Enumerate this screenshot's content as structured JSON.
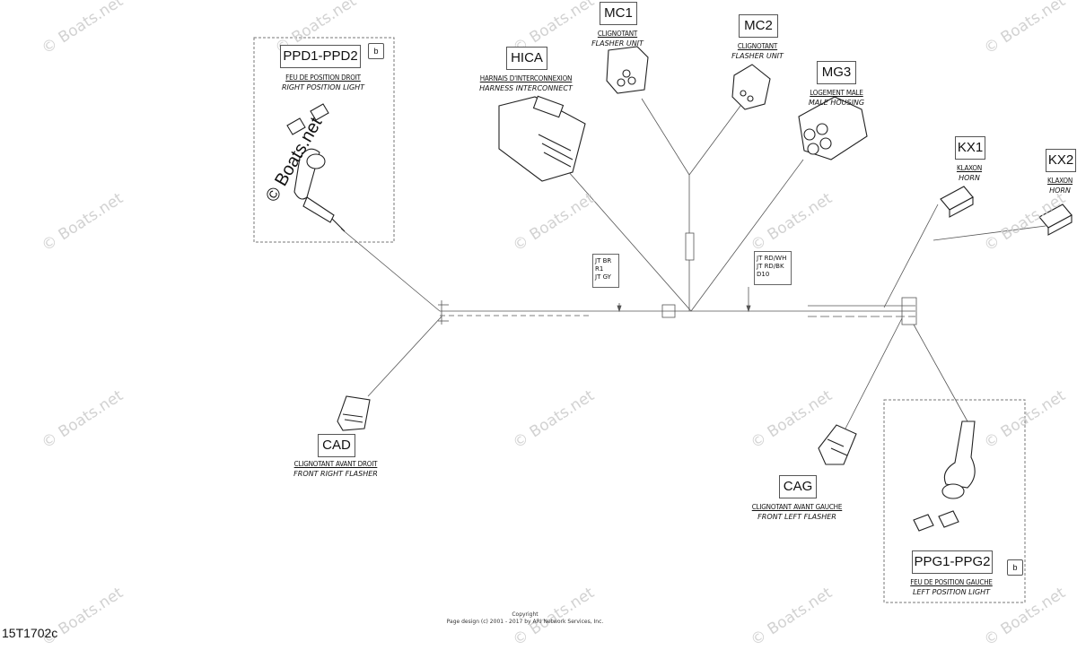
{
  "watermark": {
    "text": "© Boats.net",
    "color": "#d2d2d2"
  },
  "components": {
    "ppd": {
      "code": "PPD1-PPD2",
      "fr": "FEU DE POSITION DROIT",
      "en": "RIGHT POSITION LIGHT",
      "note": "b"
    },
    "hica": {
      "code": "HICA",
      "fr": "HARNAIS D'INTERCONNEXION",
      "en": "HARNESS INTERCONNECT"
    },
    "mc1": {
      "code": "MC1",
      "fr": "CLIGNOTANT",
      "en": "FLASHER UNIT"
    },
    "mc2": {
      "code": "MC2",
      "fr": "CLIGNOTANT",
      "en": "FLASHER UNIT"
    },
    "mg3": {
      "code": "MG3",
      "fr": "LOGEMENT MALE",
      "en": "MALE HOUSING"
    },
    "kx1": {
      "code": "KX1",
      "fr": "KLAXON",
      "en": "HORN"
    },
    "kx2": {
      "code": "KX2",
      "fr": "KLAXON",
      "en": "HORN"
    },
    "cad": {
      "code": "CAD",
      "fr": "CLIGNOTANT AVANT DROIT",
      "en": "FRONT RIGHT FLASHER"
    },
    "cag": {
      "code": "CAG",
      "fr": "CLIGNOTANT AVANT GAUCHE",
      "en": "FRONT LEFT FLASHER"
    },
    "ppg": {
      "code": "PPG1-PPG2",
      "fr": "FEU DE POSITION GAUCHE",
      "en": "LEFT POSITION LIGHT",
      "note": "b"
    }
  },
  "wire_labels": {
    "left": [
      "JT BR",
      "R1",
      "JT GY"
    ],
    "right": [
      "JT RD/WH",
      "JT RD/BK",
      "D10"
    ]
  },
  "footer": {
    "figure_id": "15T1702c",
    "copyright_line1": "Copyright",
    "copyright_line2": "Page design (c) 2001 - 2017 by ARI Network Services, Inc."
  }
}
